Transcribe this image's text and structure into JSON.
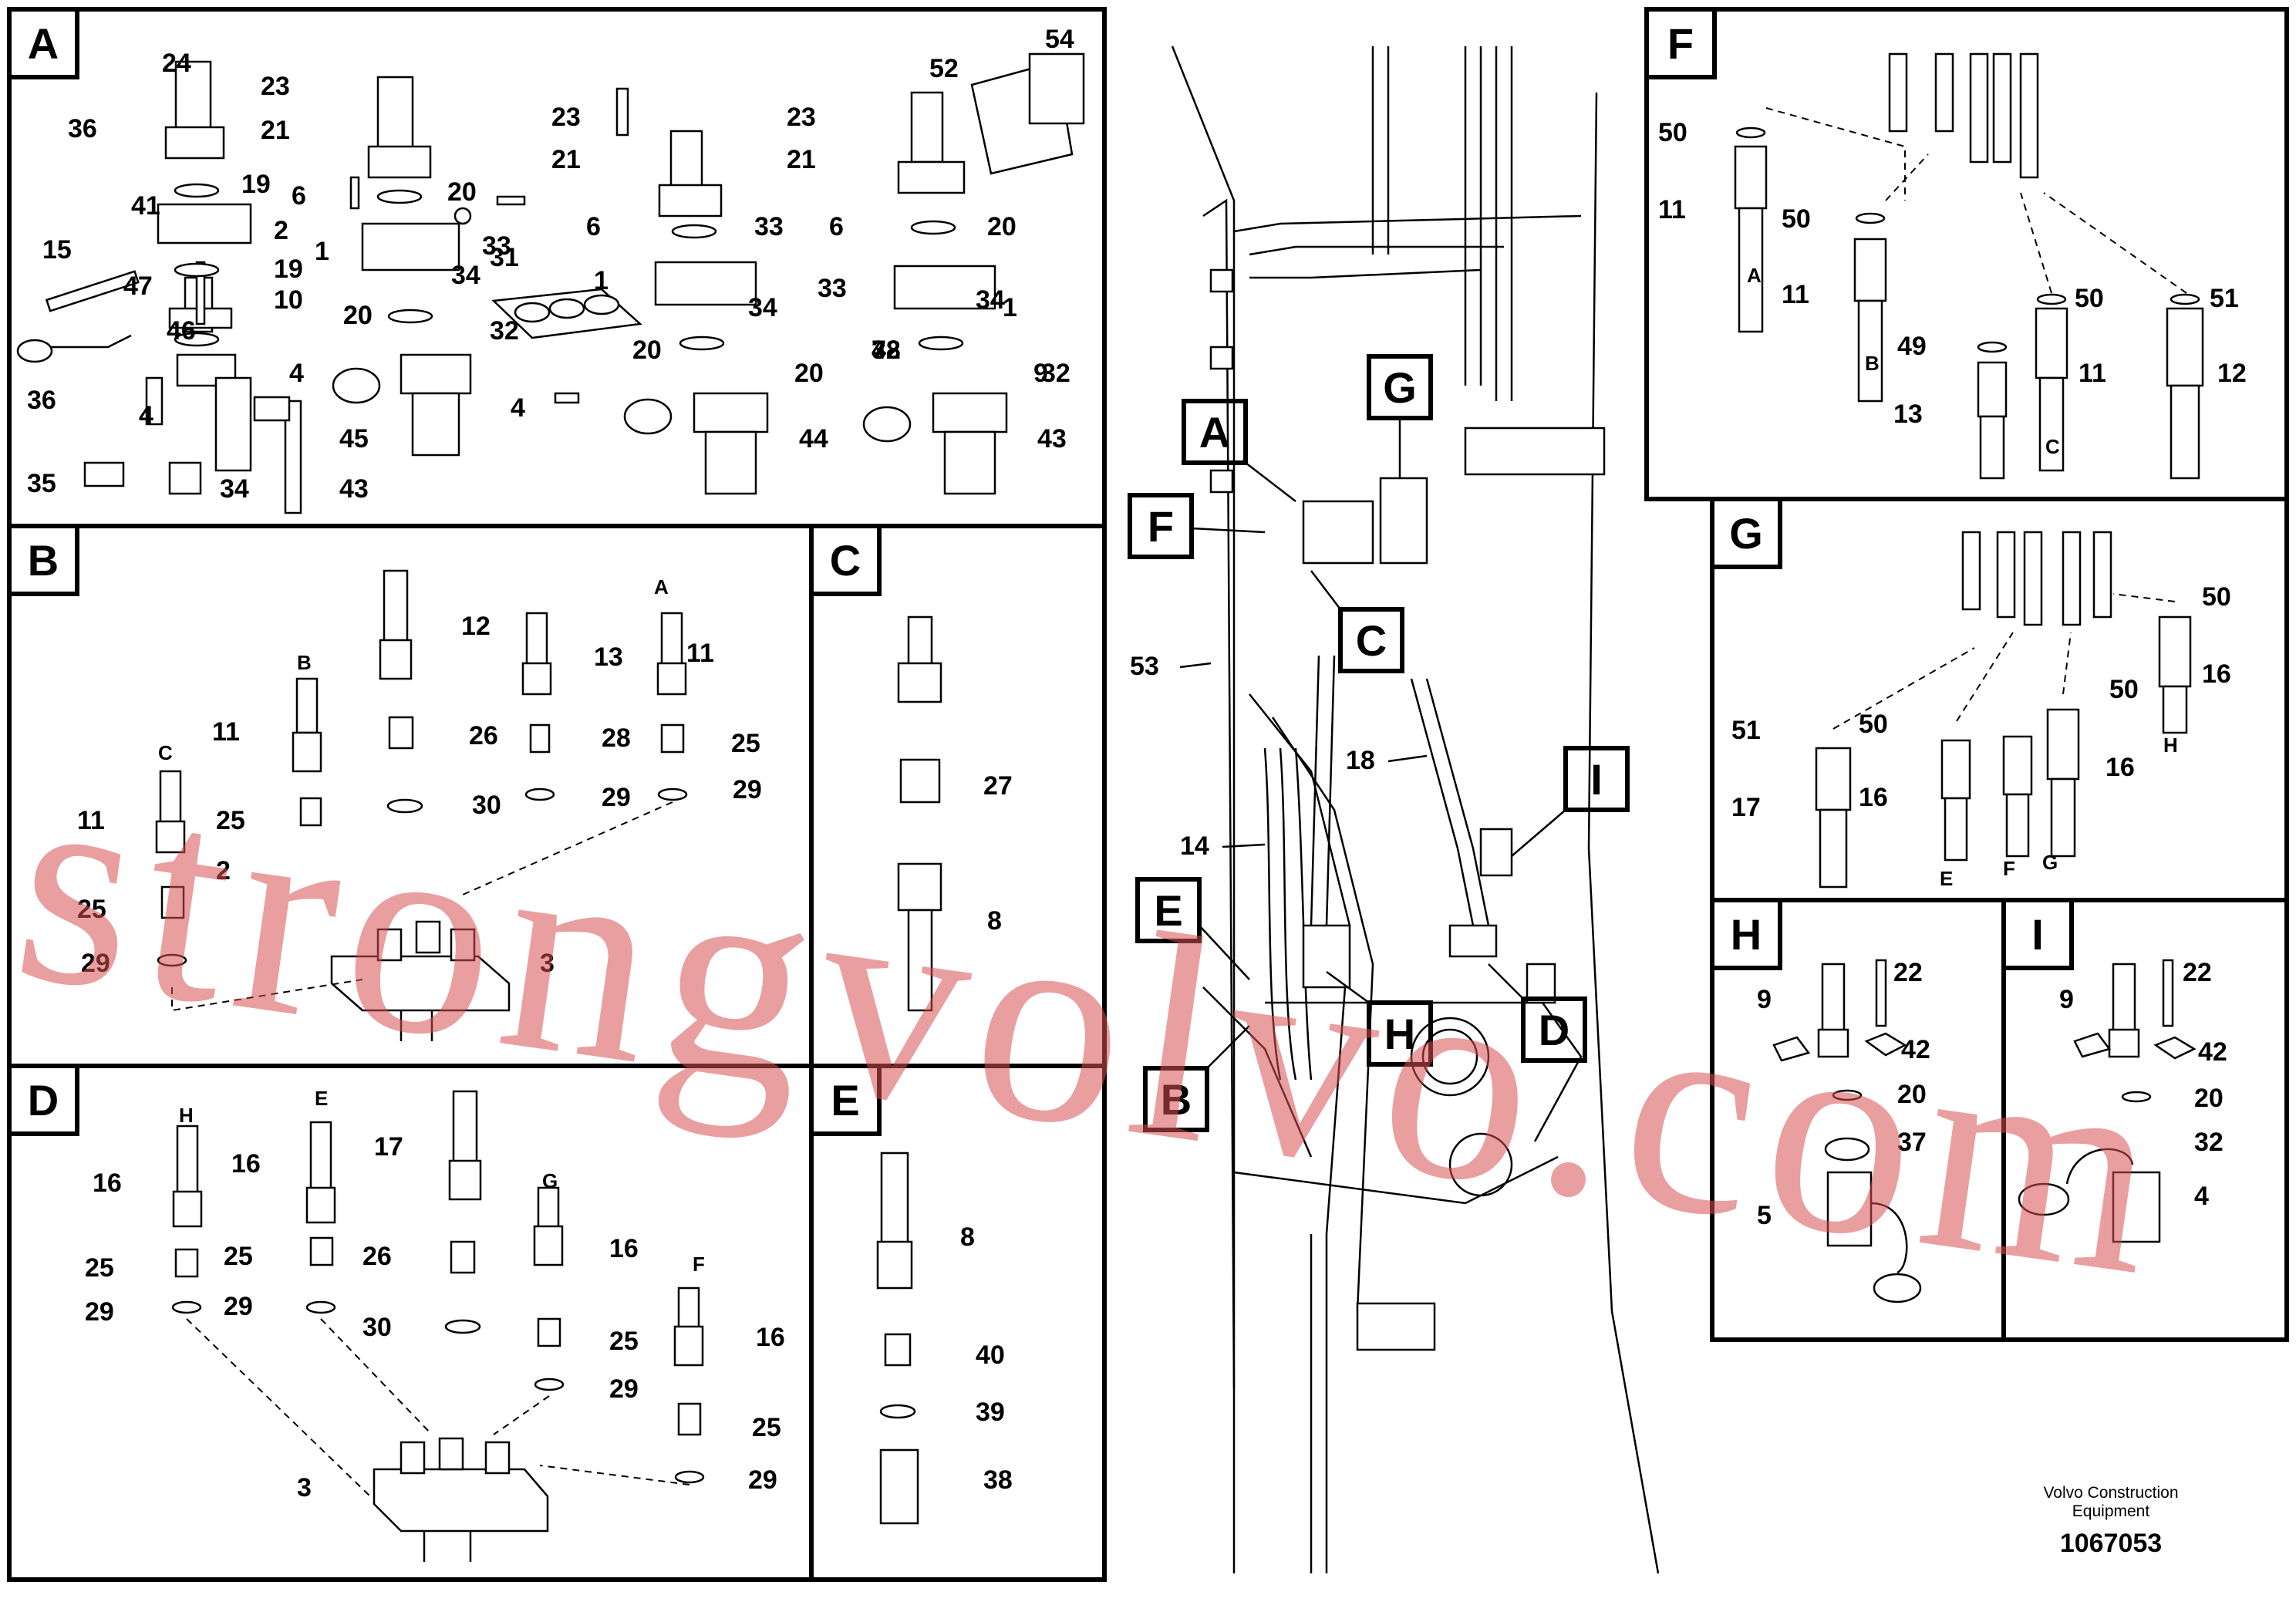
{
  "panels": {
    "A": "A",
    "B": "B",
    "C": "C",
    "D": "D",
    "E": "E",
    "F": "F",
    "G": "G",
    "H": "H",
    "I": "I"
  },
  "callouts": {
    "A": "A",
    "B": "B",
    "C": "C",
    "D": "D",
    "E": "E",
    "F": "F",
    "G": "G",
    "H": "H",
    "I": "I"
  },
  "labels": {
    "A": [
      "24",
      "36",
      "23",
      "21",
      "23",
      "21",
      "23",
      "21",
      "52",
      "54",
      "19",
      "6",
      "1",
      "20",
      "33",
      "2",
      "34",
      "41",
      "15",
      "19",
      "47",
      "10",
      "6",
      "20",
      "33",
      "1",
      "34",
      "31",
      "6",
      "20",
      "33",
      "1",
      "34",
      "20",
      "32",
      "20",
      "32",
      "20",
      "32",
      "7",
      "9",
      "48",
      "46",
      "4",
      "36",
      "4",
      "4",
      "45",
      "44",
      "43",
      "35",
      "34"
    ],
    "B": [
      "A",
      "12",
      "13",
      "11",
      "B",
      "11",
      "26",
      "28",
      "25",
      "C",
      "25",
      "30",
      "29",
      "29",
      "11",
      "2",
      "25",
      "29",
      "3"
    ],
    "C": [
      "27",
      "8"
    ],
    "D": [
      "H",
      "E",
      "17",
      "16",
      "16",
      "G",
      "16",
      "25",
      "25",
      "26",
      "25",
      "29",
      "29",
      "30",
      "29",
      "F",
      "16",
      "25",
      "29",
      "3"
    ],
    "E": [
      "8",
      "40",
      "39",
      "38"
    ],
    "F": [
      "50",
      "11",
      "50",
      "A",
      "11",
      "50",
      "51",
      "B",
      "49",
      "11",
      "12",
      "13",
      "C"
    ],
    "G": [
      "50",
      "16",
      "51",
      "50",
      "50",
      "H",
      "16",
      "17",
      "16",
      "E",
      "F",
      "G"
    ],
    "H": [
      "9",
      "22",
      "42",
      "20",
      "37",
      "5"
    ],
    "I": [
      "9",
      "22",
      "42",
      "20",
      "32",
      "4"
    ],
    "main": [
      "53",
      "18",
      "14"
    ]
  },
  "credit": {
    "org_line1": "Volvo Construction",
    "org_line2": "Equipment",
    "number": "1067053"
  },
  "watermark": "strongvolvo.com"
}
